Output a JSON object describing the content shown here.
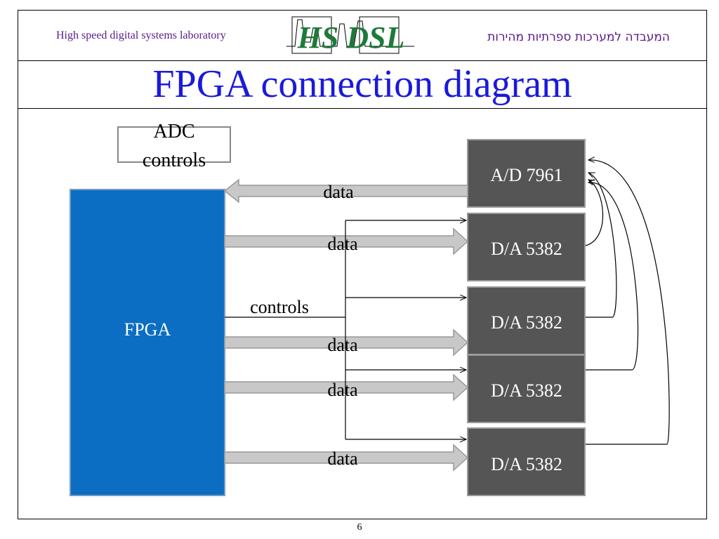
{
  "header": {
    "left_text": "High speed digital systems laboratory",
    "logo_text": "HS DSL",
    "right_text": "המעבדה למערכות ספרתיות מהירות"
  },
  "title": "FPGA connection diagram",
  "page_number": "6",
  "diagram": {
    "adc_controls_label_line1": "ADC",
    "adc_controls_label_line2": "controls",
    "fpga_label": "FPGA",
    "adc_label": "A/D 7961",
    "dac_labels": [
      "D/A 5382",
      "D/A 5382",
      "D/A 5382",
      "D/A 5382"
    ],
    "data_labels": [
      "data",
      "data",
      "data",
      "data",
      "data"
    ],
    "controls_label": "controls",
    "colors": {
      "fpga_fill": "#0b6ec2",
      "chip_fill": "#555555",
      "arrow_fill": "#c8c8c8",
      "title_color": "#1a1adb",
      "header_color": "#5a1a8a"
    }
  }
}
